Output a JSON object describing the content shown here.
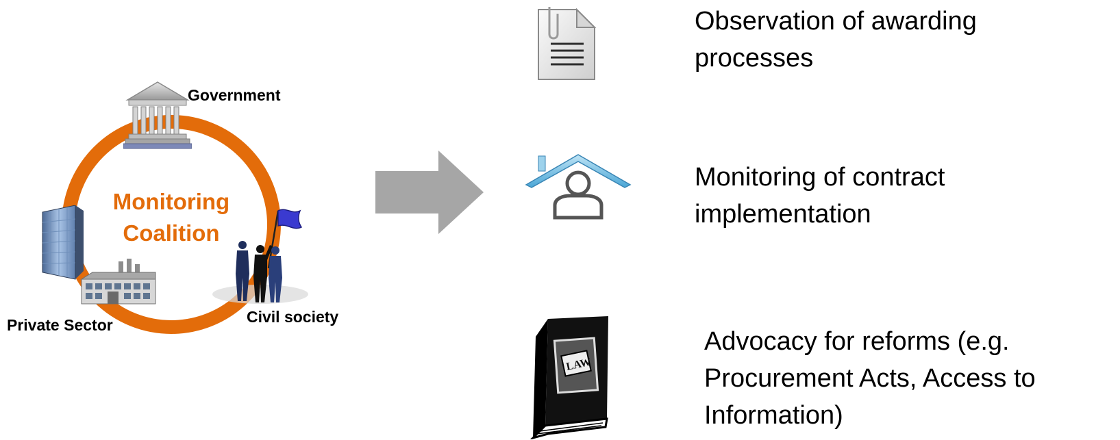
{
  "coalition": {
    "title_line1": "Monitoring",
    "title_line2": "Coalition",
    "actors": {
      "government": "Government",
      "private_sector": "Private Sector",
      "civil_society": "Civil society"
    }
  },
  "activities": [
    {
      "icon": "document-icon",
      "line1": "Observation of awarding",
      "line2": "processes"
    },
    {
      "icon": "house-person-icon",
      "line1": "Monitoring of contract",
      "line2": "implementation"
    },
    {
      "icon": "law-book-icon",
      "line1": "Advocacy for reforms (e.g.",
      "line2": "Procurement Acts, Access to",
      "line3": "Information)"
    }
  ],
  "colors": {
    "ring": "#E36C0A",
    "arrow": "#A6A6A6",
    "flag": "#3A3AD0"
  }
}
